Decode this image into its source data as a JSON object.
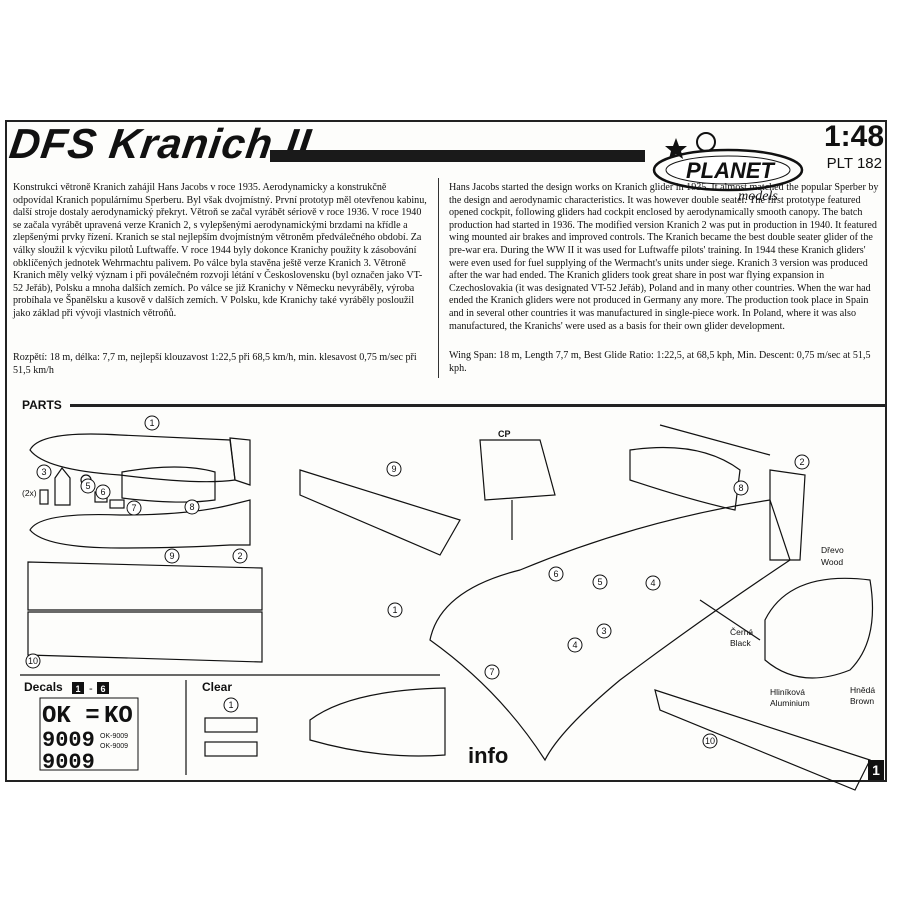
{
  "header": {
    "title": "DFS Kranich II",
    "scale": "1:48",
    "code": "PLT 182",
    "logo_text_top": "PLANET",
    "logo_text_bottom": "models"
  },
  "text_cz": "Konstrukci větroně Kranich zahájil Hans Jacobs v roce 1935. Aerodynamicky a konstrukčně odpovídal Kranich populárnímu Sperberu. Byl však dvojmístný. První prototyp měl otevřenou kabinu, další stroje dostaly aerodynamický překryt. Větroň se začal vyrábět sériově v roce 1936. V roce 1940 se začala vyrábět upravená verze Kranich 2, s vylepšenými aerodynamickými brzdami na křídle a zlepšenými prvky řízení. Kranich se stal nejlepším dvojmístným větroněm předválečného období. Za války sloužil k výcviku pilotů Luftwaffe. V roce 1944 byly dokonce Kranichy použity k zásobování obklíčených jednotek Wehrmachtu palivem. Po válce byla stavěna ještě verze Kranich 3. Větroně Kranich měly velký význam i při poválečném rozvoji létání v Československu (byl označen jako VT-52 Jeřáb), Polsku a mnoha dalších zemích. Po válce se již Kranichy v Německu nevyráběly, výroba probíhala ve Španělsku a kusově v dalších zemích. V Polsku, kde Kranichy také vyráběly posloužil jako základ při vývoji vlastních větroňů.",
  "spec_cz": "Rozpětí: 18 m, délka: 7,7 m, nejlepší klouzavost 1:22,5 při 68,5 km/h, min. klesavost 0,75 m/sec při 51,5 km/h",
  "text_en": "Hans Jacobs started the design works on Kranich glider in 1935. It almost matched the popular Sperber by the design and aerodynamic characteristics. It was however double seater. The first prototype featured opened cockpit, following gliders had cockpit enclosed by aerodynamically smooth canopy. The batch production had started in 1936. The modified version Kranich 2 was put in production in 1940. It featured wing mounted air brakes and improved controls. The Kranich became the best double seater glider of the pre-war era. During the WW II it was used for Luftwaffe pilots' training. In 1944 these Kranich gliders' were even used for fuel supplying of the Wermacht's units under siege. Kranich 3 version was produced after the war had ended. The Kranich gliders took great share in post war flying expansion in Czechoslovakia (it was designated VT-52 Jeřáb), Poland and in many other countries. When the war had ended the Kranich gliders were not produced in Germany any more. The production took place in Spain and in several other countries it was manufactured in single-piece work. In Poland, where it was also manufactured, the Kranichs' were used as a basis for their own glider development.",
  "spec_en": "Wing Span: 18 m, Length 7,7 m, Best Glide Ratio: 1:22,5, at 68,5 kph, Min. Descent: 0,75 m/sec at 51,5 kph.",
  "parts": {
    "label": "PARTS",
    "numbers": [
      "1",
      "2",
      "3",
      "4",
      "5",
      "6",
      "7",
      "8",
      "9",
      "10"
    ],
    "qty_label": "(2x)",
    "cp_label": "CP"
  },
  "detail_labels": {
    "wood_cz": "Dřevo",
    "wood_en": "Wood",
    "black_cz": "Černá",
    "black_en": "Black",
    "aluminium_cz": "Hliníková",
    "aluminium_en": "Aluminium",
    "brown_cz": "Hnědá",
    "brown_en": "Brown"
  },
  "decals": {
    "label": "Decals",
    "range_start": "1",
    "range_sep": "-",
    "range_end": "6",
    "reg": "OK =",
    "reg_mirror": "KO",
    "num_big": "9009",
    "small_reg_1": "OK-9009",
    "small_reg_2": "OK-9009"
  },
  "clear": {
    "label": "Clear",
    "part": "1"
  },
  "info_label": "info",
  "page_number": "1"
}
